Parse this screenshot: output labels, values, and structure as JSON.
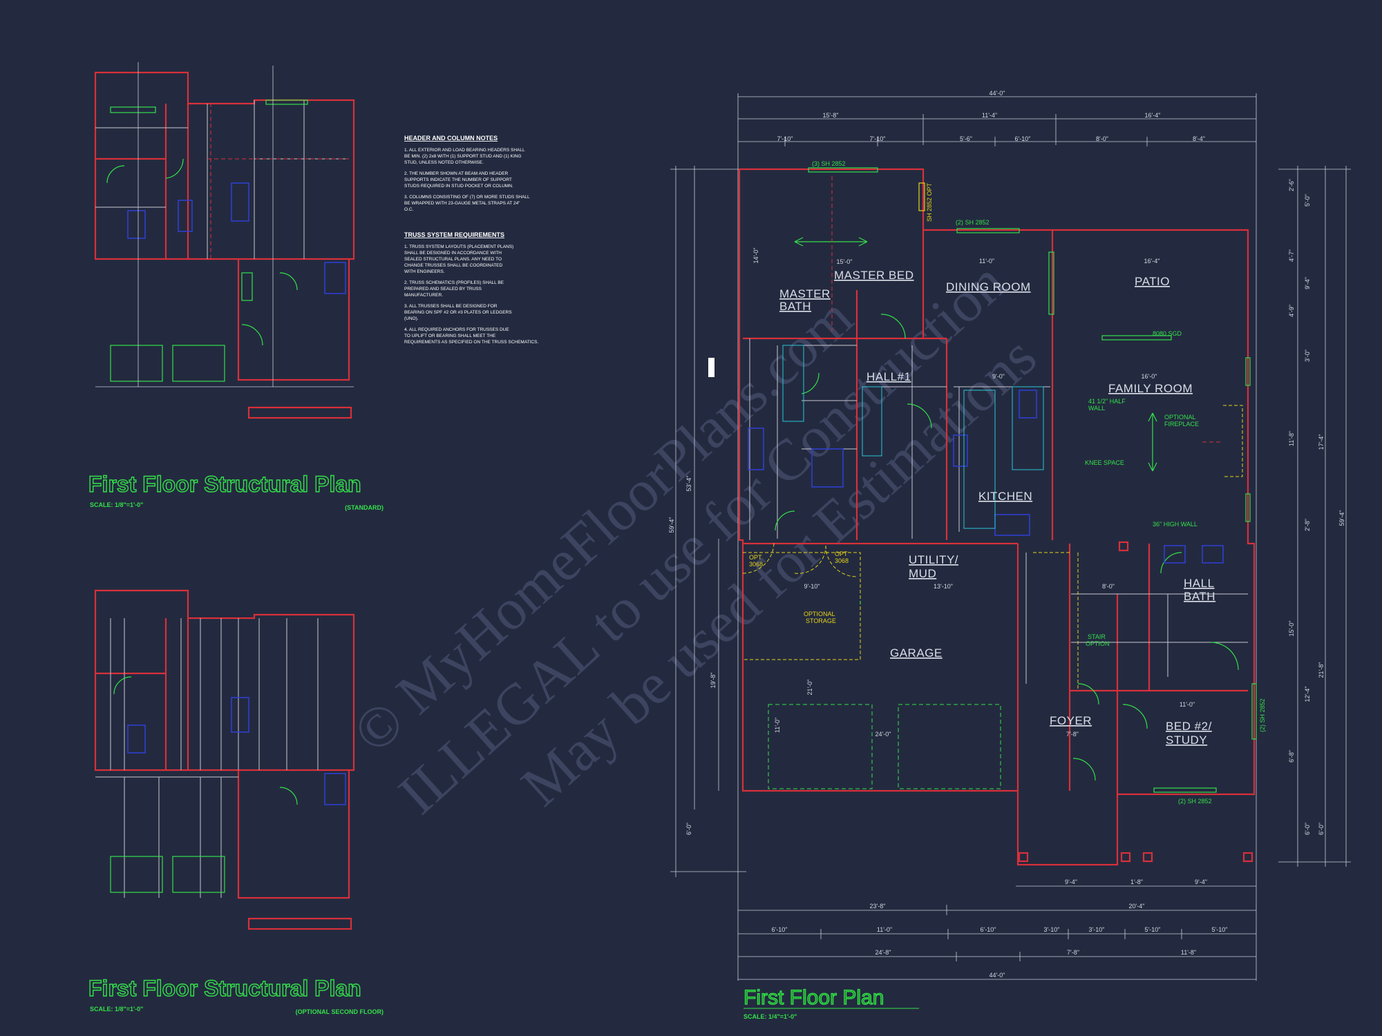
{
  "watermark": {
    "line1": "© MyHomeFloorPlans.com",
    "line2": "ILLEGAL to use for Construction",
    "line3": "May be used for Estimations"
  },
  "notes": {
    "header_title": "HEADER AND COLUMN NOTES",
    "header_items": [
      [
        "1. ALL EXTERIOR AND LOAD BEARING HEADERS SHALL",
        "BE MIN. (2) 2x8 WITH (1) SUPPORT STUD AND (1) KING",
        "STUD, UNLESS NOTED OTHERWISE."
      ],
      [
        "2. THE NUMBER SHOWN AT BEAM AND HEADER",
        "SUPPORTS INDICATE THE NUMBER OF SUPPORT",
        "STUDS REQUIRED IN STUD POCKET OR COLUMN."
      ],
      [
        "3. COLUMNS CONSISTING OF (7) OR MORE STUDS SHALL",
        "BE WRAPPED WITH 23-GAUGE METAL STRAPS AT 24\"",
        "O.C."
      ]
    ],
    "truss_title": "TRUSS SYSTEM REQUIREMENTS",
    "truss_items": [
      [
        "1. TRUSS SYSTEM LAYOUTS (PLACEMENT PLANS)",
        "SHALL BE DESIGNED IN ACCORDANCE WITH",
        "SEALED STRUCTURAL PLANS. ANY NEED TO",
        "CHANGE TRUSSES SHALL BE COORDINATED",
        "WITH ENGINEERS."
      ],
      [
        "2. TRUSS SCHEMATICS (PROFILES) SHALL BE",
        "PREPARED AND SEALED BY TRUSS",
        "MANUFACTURER."
      ],
      [
        "3. ALL TRUSSES SHALL BE DESIGNED FOR",
        "BEARING ON SPF #2 OR #3 PLATES OR LEDGERS",
        "(UNO)."
      ],
      [
        "4. ALL REQUIRED ANCHORS FOR TRUSSES DUE",
        "TO UPLIFT OR BEARING SHALL MEET THE",
        "REQUIREMENTS AS SPECIFIED ON THE TRUSS SCHEMATICS."
      ]
    ]
  },
  "plans": {
    "structural_1": {
      "title": "First Floor Structural Plan",
      "scale": "SCALE: 1/8\"=1'-0\"",
      "subtitle": "(STANDARD)"
    },
    "structural_2": {
      "title": "First Floor Structural Plan",
      "scale": "SCALE: 1/8\"=1'-0\"",
      "subtitle": "(OPTIONAL SECOND FLOOR)"
    },
    "floor": {
      "title": "First Floor Plan",
      "scale": "SCALE: 1/4\"=1'-0\""
    }
  },
  "rooms": {
    "master_bed": "MASTER BED",
    "master_bath_1": "MASTER",
    "master_bath_2": "BATH",
    "dining": "DINING ROOM",
    "patio": "PATIO",
    "hall1": "HALL#1",
    "family": "FAMILY ROOM",
    "kitchen": "KITCHEN",
    "utility_1": "UTILITY/",
    "utility_2": "MUD",
    "garage": "GARAGE",
    "hall_bath_1": "HALL",
    "hall_bath_2": "BATH",
    "foyer": "FOYER",
    "bed2_1": "BED #2/",
    "bed2_2": "STUDY"
  },
  "labels": {
    "sh2852_top": "(3) SH 2852",
    "sh2852_dining": "(2) SH 2852",
    "sh2852_opt": "SH 2852 OPT",
    "sgd": "8080 SGD",
    "half_wall": "41 1/2\" HALF",
    "half_wall_2": "WALL",
    "opt_fireplace": "OPTIONAL",
    "opt_fireplace_2": "FIREPLACE",
    "knee_space": "KNEE SPACE",
    "high_wall": "36\" HIGH WALL",
    "opt_storage": "OPTIONAL",
    "opt_storage_2": "STORAGE",
    "opt_3068_a": "OPT",
    "opt_3068_a2": "3068",
    "opt_3068_b": "OPT",
    "opt_3068_b2": "3068",
    "stair_option": "STAIR",
    "stair_option_2": "OPTION",
    "sh2852_bed": "(2) SH 2852",
    "sh2852_right": "(2) SH 2852"
  },
  "dimensions": {
    "top_total": "44'-0\"",
    "top_row2": [
      "15'-8\"",
      "11'-4\"",
      "16'-4\""
    ],
    "top_row3": [
      "7'-10\"",
      "7'-10\"",
      "5'-6\"",
      "6'-10\"",
      "8'-0\"",
      "8'-4\""
    ],
    "left_total": "59'-4\"",
    "left_sub": "53'-4\"",
    "left_parts": [
      "19'-8\"",
      "6'-0\""
    ],
    "right_total": "59'-4\"",
    "right_parts": [
      "17'-4\"",
      "21'-8\"",
      "6'-0\""
    ],
    "right_fine": [
      "2'-6\"",
      "5'-0\"",
      "4'-7\"",
      "9'-4\"",
      "4'-9\"",
      "3'-0\"",
      "11'-8\"",
      "2'-8\"",
      "15'-0\"",
      "12'-4\"",
      "6'-8\"",
      "6'-0\""
    ],
    "bottom_rows": [
      [
        "9'-4\"",
        "1'-8\"",
        "9'-4\""
      ],
      [
        "23'-8\"",
        "20'-4\""
      ],
      [
        "6'-10\"",
        "11'-0\"",
        "6'-10\"",
        "3'-10\"",
        "3'-10\"",
        "5'-10\"",
        "5'-10\""
      ],
      [
        "24'-8\"",
        "7'-8\"",
        "11'-8\""
      ]
    ],
    "bottom_total": "44'-0\"",
    "interior": [
      "15'-0\"",
      "14'-0\"",
      "11'-0\"",
      "16'-4\"",
      "9'-0\"",
      "16'-0\"",
      "13'-10\"",
      "9'-10\"",
      "24'-0\"",
      "21'-0\"",
      "11'-0\"",
      "8'-0\"",
      "11'-0\"",
      "7'-8\""
    ]
  }
}
